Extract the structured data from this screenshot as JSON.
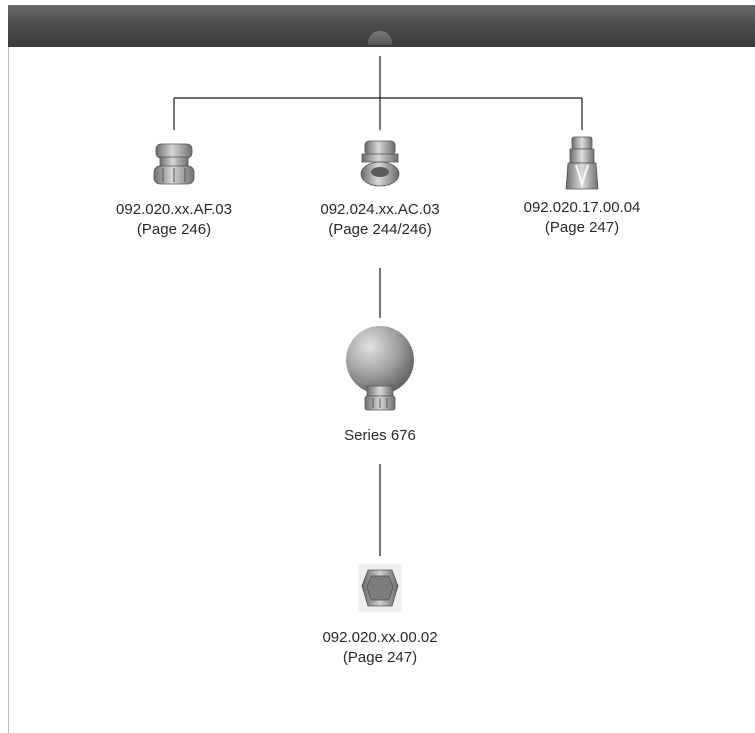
{
  "diagram": {
    "nodes": [
      {
        "id": "top-left",
        "code": "092.020.xx.AF.03",
        "page": "(Page 246)",
        "icon": "nozzle-fitting-icon"
      },
      {
        "id": "top-center",
        "code": "092.024.xx.AC.03",
        "page": "(Page 244/246)",
        "icon": "nozzle-fitting-icon"
      },
      {
        "id": "top-right",
        "code": "092.020.17.00.04",
        "page": "(Page 247)",
        "icon": "threaded-adapter-icon"
      },
      {
        "id": "middle",
        "code": "Series 676",
        "page": "",
        "icon": "spray-ball-icon"
      },
      {
        "id": "bottom",
        "code": "092.020.xx.00.02",
        "page": "(Page 247)",
        "icon": "hex-nut-icon"
      }
    ]
  },
  "colors": {
    "header": "#4d4d4d",
    "line": "#1a1a1a",
    "metal": "#9a9a9a"
  }
}
